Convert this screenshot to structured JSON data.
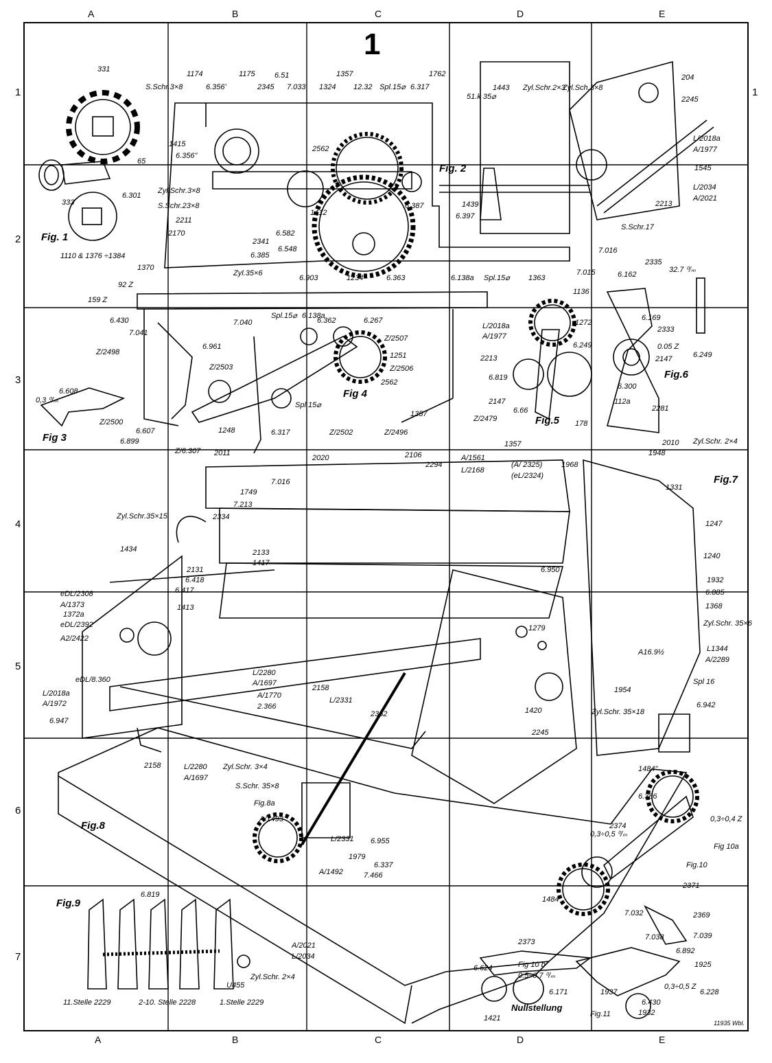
{
  "sheet_number": "1",
  "grid": {
    "columns": [
      "A",
      "B",
      "C",
      "D",
      "E"
    ],
    "rows": [
      "1",
      "2",
      "3",
      "4",
      "5",
      "6",
      "7"
    ]
  },
  "figures": {
    "fig1": "Fig. 1",
    "fig2": "Fig. 2",
    "fig3": "Fig 3",
    "fig4": "Fig 4",
    "fig5": "Fig.5",
    "fig6": "Fig.6",
    "fig7": "Fig.7",
    "fig8": "Fig.8",
    "fig8a": "Fig.8a",
    "fig9": "Fig.9",
    "fig10": "Fig.10",
    "fig10a": "Fig 10a",
    "fig10b": "Fig 10 b",
    "fig11": "Fig.11"
  },
  "labels": {
    "p331": "331",
    "p333": "333",
    "p6301": "6.301",
    "pfig1parts": "1110 & 1376 ÷1384",
    "p1174": "1174",
    "p1175": "1175",
    "p651": "6.51",
    "p2345": "2345",
    "p7033": "7.033",
    "p1357a": "1357",
    "p1324": "1324",
    "p1232": "12.32",
    "pspl15a": "Spl.15⌀",
    "p6317a": "6.317",
    "p1762": "1762",
    "p1415": "1415",
    "p6356a": "6.356'",
    "p6356b": "6.356\"",
    "pss3x8": "S.Schr.3×8",
    "p65": "65",
    "p2562a": "2562",
    "p6387": "6.387",
    "pzyl3x8": "Zyl.Schr.3×8",
    "pss23x8": "S.Schr.23×8",
    "p2211": "2211",
    "p2170": "2170",
    "p6582": "6.582",
    "p2341": "2341",
    "p1412": "1412",
    "p6385": "6.385",
    "p6548": "6.548",
    "p1370": "1370",
    "pzyl35x6a": "Zyl.35×6",
    "p6903": "6.903",
    "p1234": "1234",
    "p6363": "6.363",
    "p6138a": "6.138a",
    "pspl15b": "Spl.15⌀",
    "p1363": "1363",
    "p1439": "1439",
    "p6397": "6.397",
    "p51x35": "51.k 35⌀",
    "p1443": "1443",
    "pzyl2x3": "Zyl.Schr.2×3",
    "pzylsch3x8": "Zyl.Sch.3×8",
    "p204": "204",
    "p2245a": "2245",
    "pl2018a": "L/2018a",
    "pa1977a": "A/1977",
    "p1545": "1545",
    "pl2034a": "L/2034",
    "pa2021a": "A/2021",
    "p2213a": "2213",
    "pss17": "S.Schr.17",
    "p7016a": "7.016",
    "p7015": "7.015",
    "p92z": "92 Z",
    "p159z": "159 Z",
    "p6430a": "6.430",
    "p7041": "7.041",
    "p7040": "7.040",
    "pspl15c": "Spl.15⌀",
    "p6138b": "6.138a",
    "p6362": "6.362",
    "p6267": "6.267",
    "pz2507": "Z/2507",
    "p6961": "6.961",
    "pz2498": "Z/2498",
    "pz2503": "Z/2503",
    "p1251": "1251",
    "pz2506": "Z/2506",
    "p2562b": "2562",
    "p6608": "6.608",
    "p03mm": "0,3 ⁰/ₘ",
    "pz2500": "Z/2500",
    "p6607": "6.607",
    "p6899": "6.899",
    "pspl15d": "Spl.15⌀",
    "p1357b": "1357",
    "p6317b": "6.317",
    "p1248": "1248",
    "pz6307": "Z/6.307",
    "p2011": "2011",
    "pz2502": "Z/2502",
    "pz2496": "Z/2496",
    "pl2018b": "L/2018a",
    "pa1977b": "A/1977",
    "p2213b": "2213",
    "p6819a": "6.819",
    "p2147a": "2147",
    "pz2479": "Z/2479",
    "p666": "6.66",
    "p6249a": "6.249",
    "p178": "178",
    "p1136": "1136",
    "p1272": "1272",
    "p2335": "2335",
    "p6162": "6.162",
    "p327": "32.7 ⁰/ₘ",
    "p6169": "6.169",
    "p2333": "2333",
    "p005z": "0.05 Z",
    "p2147b": "2147",
    "p6249b": "6.249",
    "p6300": "6.300",
    "p112a": "112a",
    "p2281": "2281",
    "p2010": "2010",
    "pzyl2x4a": "Zyl.Schr. 2×4",
    "p1948": "1948",
    "p1357c": "1357",
    "p2020": "2020",
    "p2106": "2106",
    "p2294": "2294",
    "pa1561": "A/1561",
    "pl2168": "L/2168",
    "pa2325": "(A/ 2325)",
    "pel2324": "(eL/2324)",
    "p1968": "1968",
    "p1331": "1331",
    "p1247": "1247",
    "p1240": "1240",
    "p1932a": "1932",
    "p6885": "6.885",
    "p1368": "1368",
    "pzyl35x6b": "Zyl.Schr. 35×6",
    "pl1344": "L1344",
    "pa2289": "A/2289",
    "pa16": "A16.9½",
    "pspl16": "Spl 16",
    "p6942": "6.942",
    "p1954": "1954",
    "pzyl35x18": "Zyl.Schr. 35×18",
    "p2245b": "2245",
    "p1420": "1420",
    "p1279": "1279",
    "p6950": "6.950",
    "p7016b": "7.016",
    "p1749": "1749",
    "p7213": "7.213",
    "p2334": "2334",
    "pzyl35x15": "Zyl.Schr.35×15",
    "p1434": "1434",
    "p2133": "2133",
    "p1417": "1417",
    "p2131": "2131",
    "p6418": "6.418",
    "p6417": "6.417",
    "p1413": "1413",
    "pel2308": "eDL/2308",
    "pa1373": "A/1373",
    "p1372a": "1372a",
    "pel2392": "eDL/2392",
    "pa2422": "A2/2422",
    "pel8360": "eDL/8.360",
    "pl2018c": "L/2018a",
    "pa1972": "A/1972",
    "p6947": "6.947",
    "pl2280a": "L/2280",
    "pa1697a": "A/1697",
    "pa1770": "A/1770",
    "p2366": "2.366",
    "p2158a": "2158",
    "pl2331a": "L/2331",
    "p2352": "2352",
    "p2158b": "2158",
    "pl2280b": "L/2280",
    "pa1697b": "A/1697",
    "pzyl3x4": "Zyl.Schr. 3×4",
    "pss35x8": "S.Schr. 35×8",
    "pa1493": "A/1493",
    "pl2331b": "L/2331",
    "p6955": "6.955",
    "p1979": "1979",
    "p6337": "6.337",
    "p7466": "7.466",
    "pa1492": "A/1492",
    "p6819b": "6.819",
    "pu455": "U455",
    "pzyl2x4b": "Zyl.Schr. 2×4",
    "pstelle11": "11.Stelle 2229",
    "pstelle2": "2-10. Stelle 2228",
    "pstelle1": "1.Stelle 2229",
    "pa2021b": "A/2021",
    "pl2034b": "L/2034",
    "p1484a": "1484\"",
    "p6386": "6.386",
    "p2374": "2374",
    "p0304": "0,3÷0,4 Z",
    "p03mmb": "0,3÷0,5 ⁰/ₘ",
    "p1484b": "1484'",
    "p2371": "2371",
    "p2369": "2369",
    "p7032": "7.032",
    "p7039": "7.039",
    "p2373": "2373",
    "p7038": "7.038",
    "p6892": "6.892",
    "p1925": "1925",
    "p6624": "6.624",
    "p05mm": "0.5÷0.7 ⁰/ₘ",
    "p6171": "6.171",
    "p1421": "1421",
    "pnull": "Nullstellung",
    "p1937": "1937",
    "p6430b": "6.430",
    "p1932b": "1932",
    "p6228": "6.228",
    "p0305z": "0,3÷0,5 Z",
    "pcode": "11935 Wbl."
  }
}
